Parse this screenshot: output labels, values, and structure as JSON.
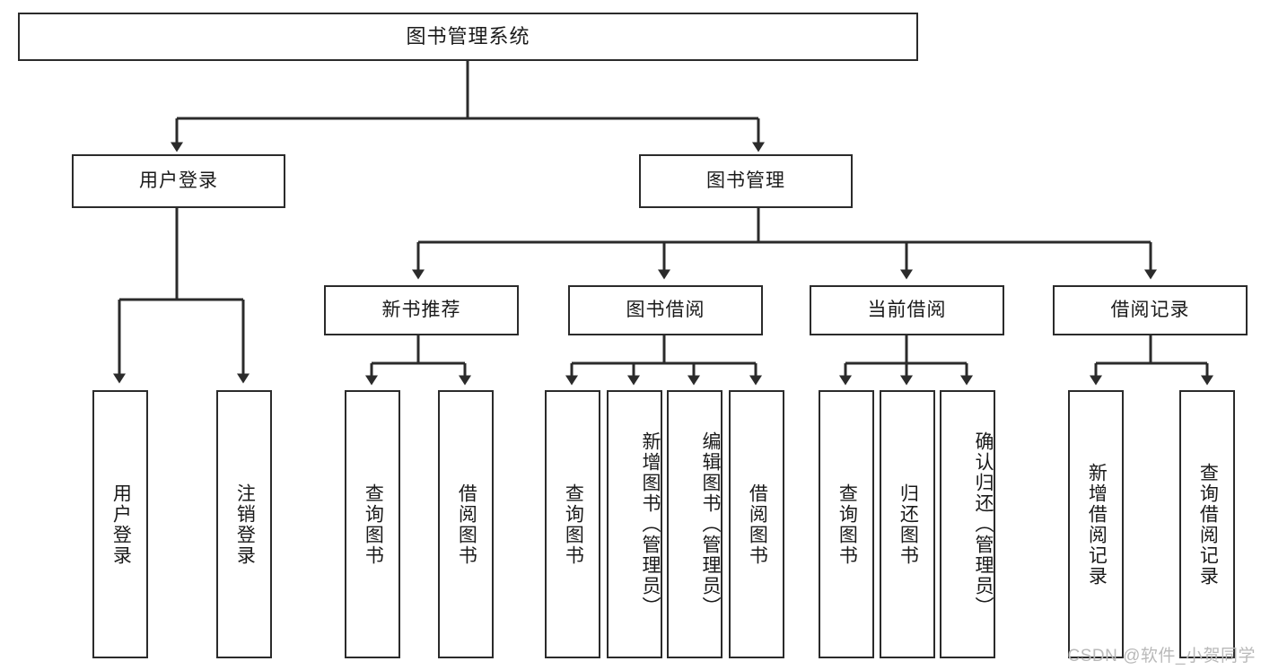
{
  "diagram": {
    "title": "图书管理系统",
    "type": "tree-hierarchy",
    "root": {
      "label": "图书管理系统"
    },
    "level2": [
      {
        "id": "user-login",
        "label": "用户登录"
      },
      {
        "id": "book-management",
        "label": "图书管理"
      }
    ],
    "level3": [
      {
        "id": "new-book-recommend",
        "label": "新书推荐",
        "parent": "book-management"
      },
      {
        "id": "book-borrow",
        "label": "图书借阅",
        "parent": "book-management"
      },
      {
        "id": "current-borrow",
        "label": "当前借阅",
        "parent": "book-management"
      },
      {
        "id": "borrow-record",
        "label": "借阅记录",
        "parent": "book-management"
      }
    ],
    "leaves": [
      {
        "id": "leaf-user-login",
        "label": "用户登录",
        "parent": "user-login"
      },
      {
        "id": "leaf-logout",
        "label": "注销登录",
        "parent": "user-login"
      },
      {
        "id": "leaf-query-book-1",
        "label": "查询图书",
        "parent": "new-book-recommend"
      },
      {
        "id": "leaf-borrow-book-1",
        "label": "借阅图书",
        "parent": "new-book-recommend"
      },
      {
        "id": "leaf-query-book-2",
        "label": "查询图书",
        "parent": "book-borrow"
      },
      {
        "id": "leaf-add-book",
        "label": "新增图书（管理员）",
        "parent": "book-borrow"
      },
      {
        "id": "leaf-edit-book",
        "label": "编辑图书（管理员）",
        "parent": "book-borrow"
      },
      {
        "id": "leaf-borrow-book-2",
        "label": "借阅图书",
        "parent": "book-borrow"
      },
      {
        "id": "leaf-query-book-3",
        "label": "查询图书",
        "parent": "current-borrow"
      },
      {
        "id": "leaf-return-book",
        "label": "归还图书",
        "parent": "current-borrow"
      },
      {
        "id": "leaf-confirm-return",
        "label": "确认归还（管理员）",
        "parent": "current-borrow"
      },
      {
        "id": "leaf-add-record",
        "label": "新增借阅记录",
        "parent": "borrow-record"
      },
      {
        "id": "leaf-query-record",
        "label": "查询借阅记录",
        "parent": "borrow-record"
      }
    ]
  },
  "watermark": {
    "text": "CSDN @软件_小贺同学"
  },
  "colors": {
    "stroke": "#2b2b2b",
    "fill": "#ffffff",
    "text": "#1a1a1a",
    "watermark": "#b9b9b9"
  }
}
